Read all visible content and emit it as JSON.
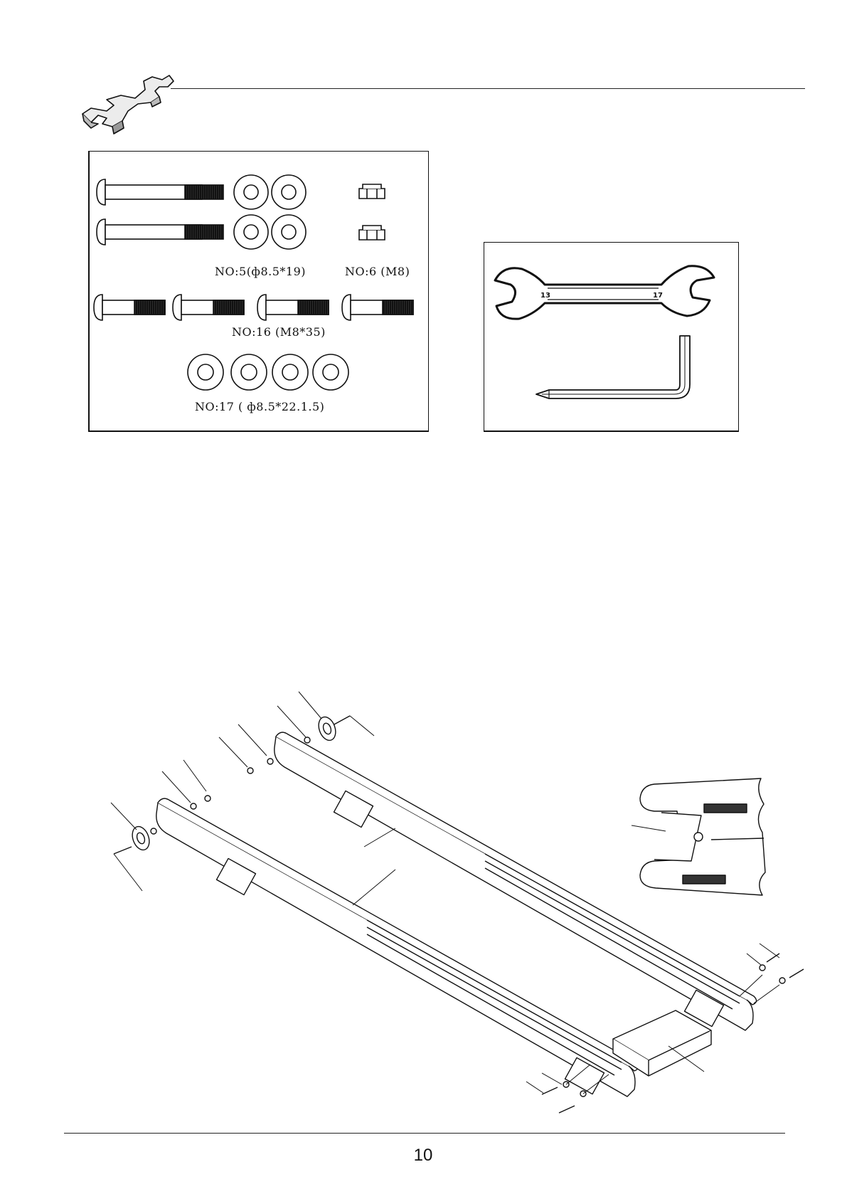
{
  "hardware": {
    "part5_label": "NO:5(ф8.5*19)",
    "part6_label": "NO:6 (M8)",
    "part16_label": "NO:16 (M8*35)",
    "part17_label": "NO:17 ( ф8.5*22.1.5)"
  },
  "tools": {
    "wrench_left_size": "13",
    "wrench_right_size": "17"
  },
  "footer": {
    "page_number": "10"
  },
  "icons": {
    "header": "wrench-icon",
    "tools": [
      "open-end-wrench-icon",
      "allen-key-icon"
    ]
  }
}
